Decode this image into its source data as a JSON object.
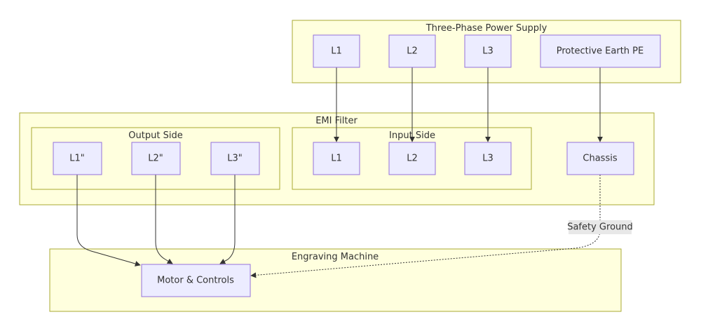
{
  "groups": {
    "supply": {
      "title": "Three-Phase Power Supply"
    },
    "emi": {
      "title": "EMI Filter"
    },
    "output": {
      "title": "Output Side"
    },
    "input": {
      "title": "Input Side"
    },
    "machine": {
      "title": "Engraving Machine"
    }
  },
  "nodes": {
    "supply_l1": "L1",
    "supply_l2": "L2",
    "supply_l3": "L3",
    "supply_pe": "Protective Earth PE",
    "in_l1": "L1",
    "in_l2": "L2",
    "in_l3": "L3",
    "chassis": "Chassis",
    "out_l1": "L1\"",
    "out_l2": "L2\"",
    "out_l3": "L3\"",
    "motor": "Motor & Controls"
  },
  "edge_labels": {
    "safety_ground": "Safety Ground"
  }
}
